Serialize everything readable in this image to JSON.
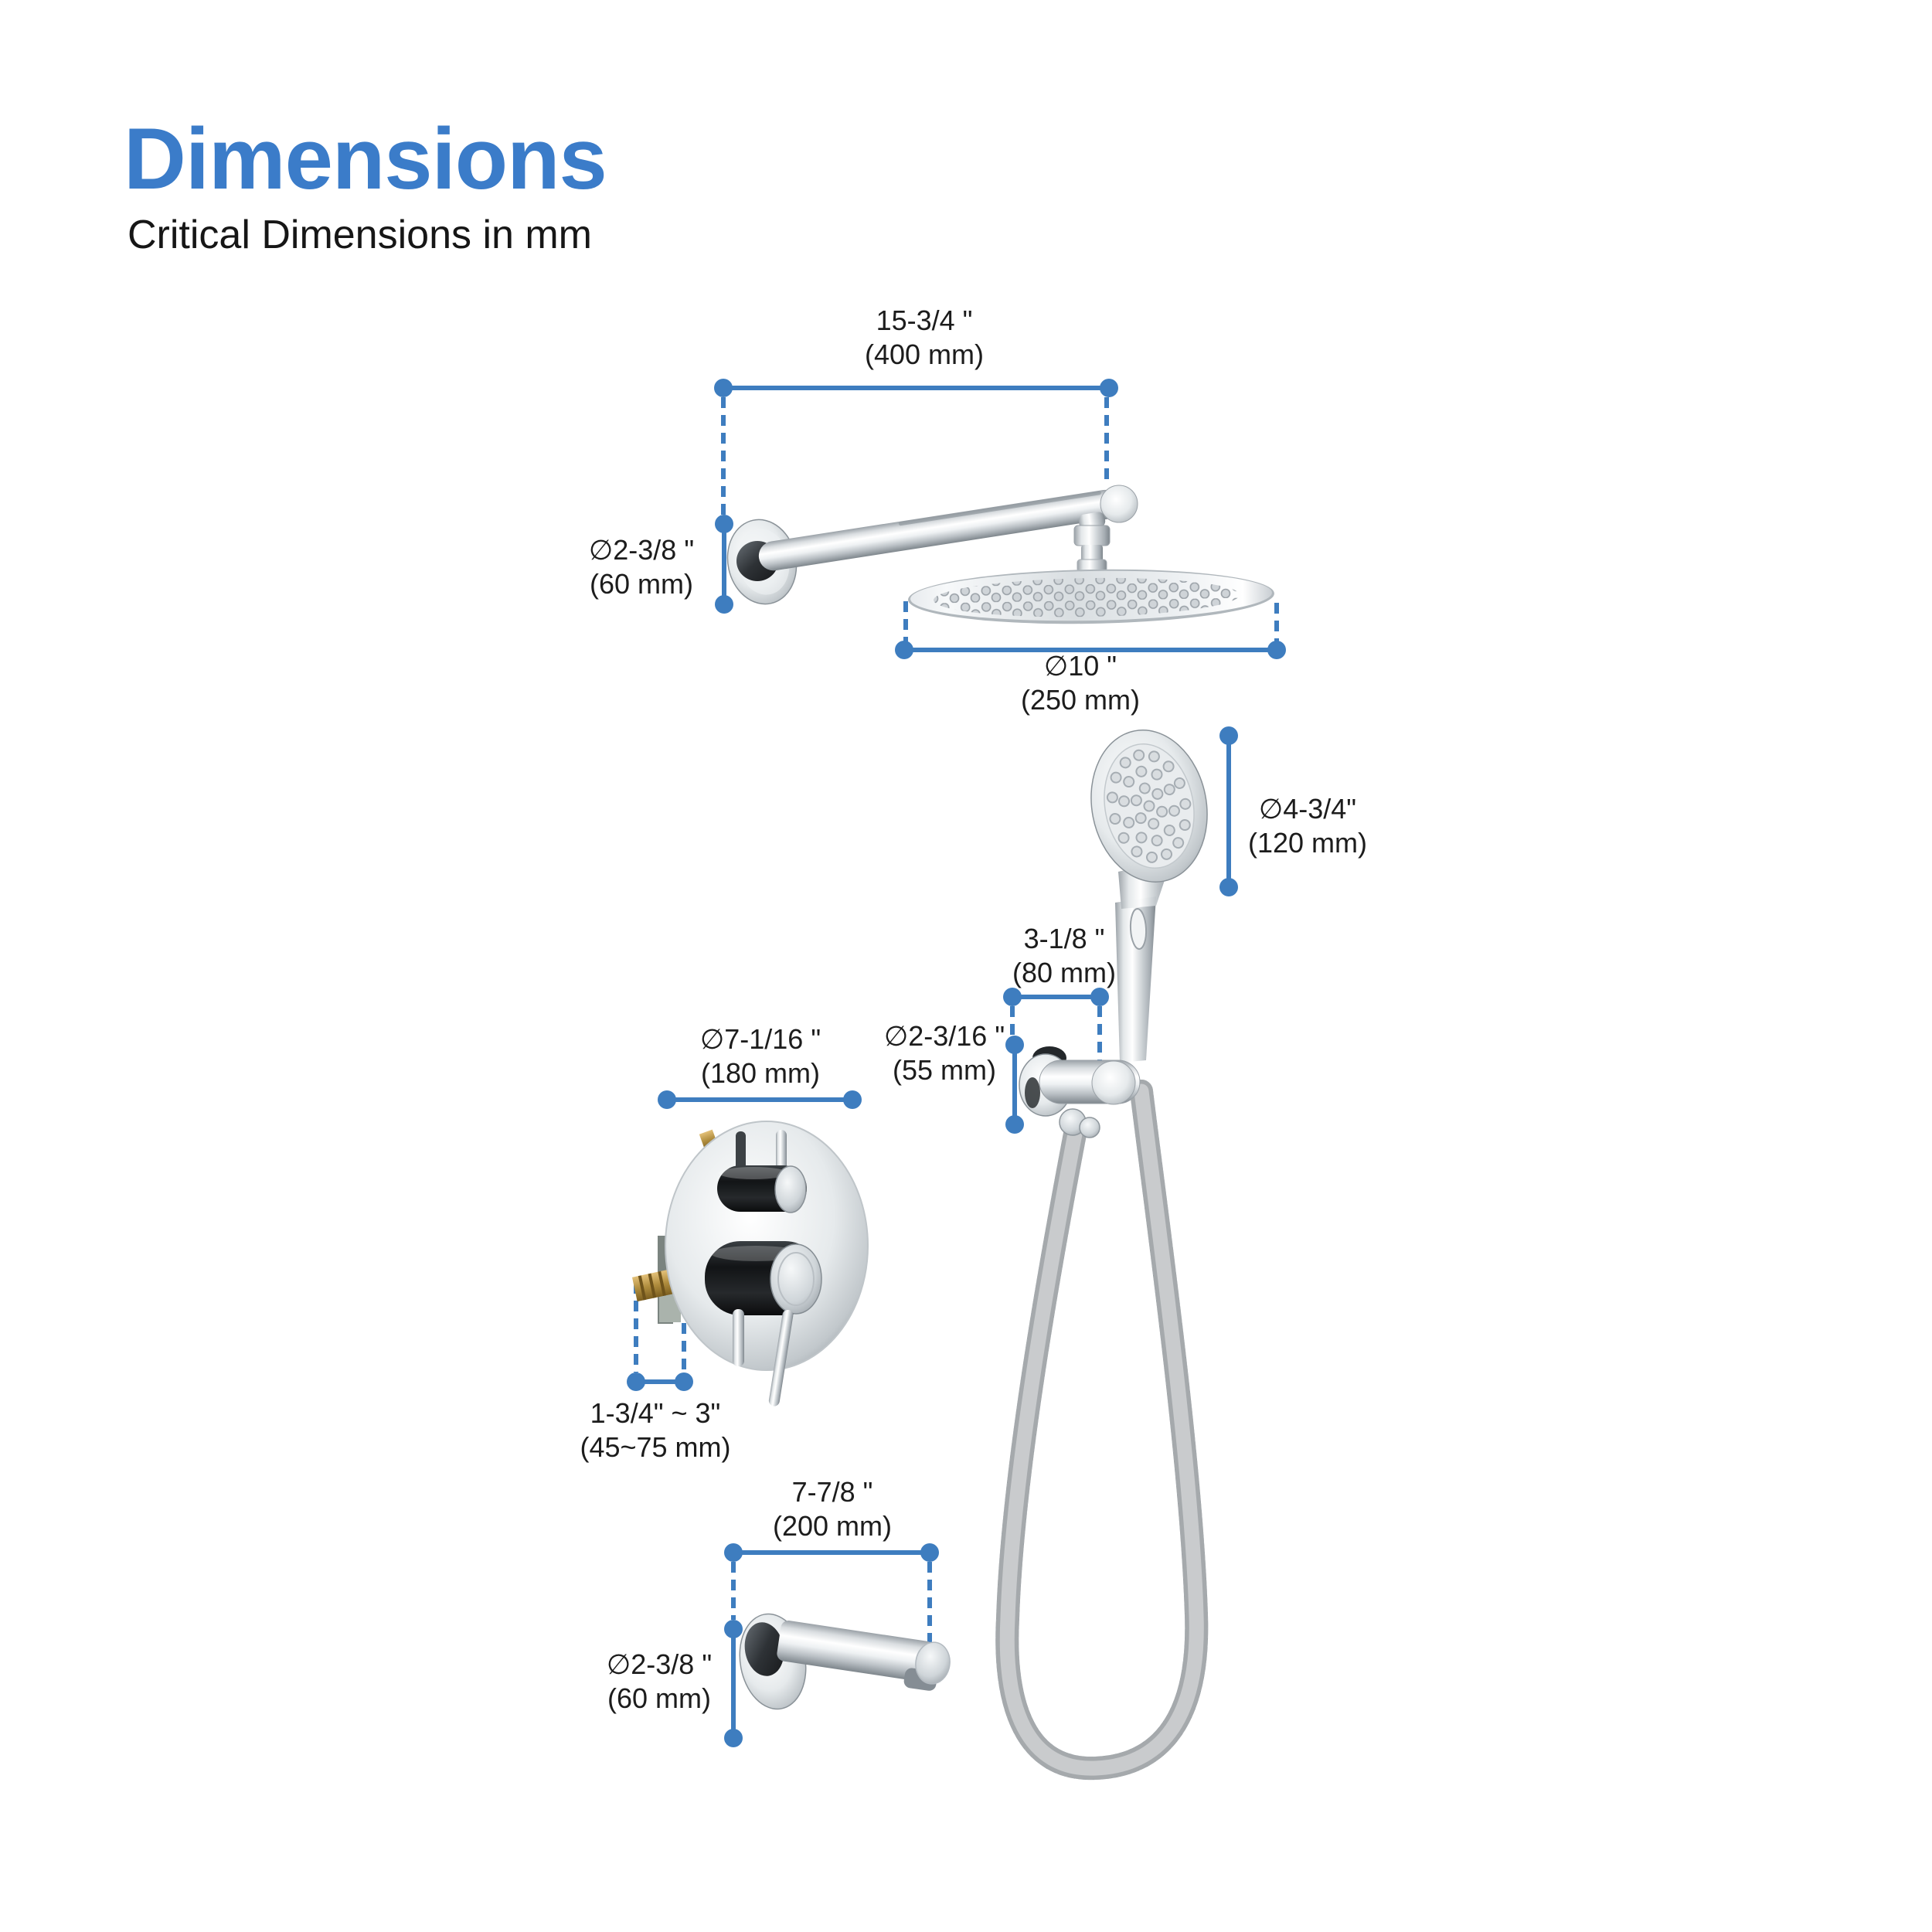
{
  "page": {
    "title": "Dimensions",
    "subtitle": "Critical Dimensions in mm"
  },
  "colors": {
    "accent": "#3E7DBF",
    "title": "#3B7CC9",
    "label_text": "#1C1C1C"
  },
  "dimensions": {
    "shower_arm_length": {
      "in": "15-3/4 \"",
      "mm": "(400 mm)"
    },
    "arm_flange_diameter": {
      "in": "∅2-3/8 \"",
      "mm": "(60 mm)"
    },
    "shower_head_diameter": {
      "in": "∅10 \"",
      "mm": "(250 mm)"
    },
    "hand_shower_diameter": {
      "in": "∅4-3/4\"",
      "mm": "(120 mm)"
    },
    "holder_width": {
      "in": "3-1/8 \"",
      "mm": "(80 mm)"
    },
    "outlet_flange_diameter": {
      "in": "∅2-3/16 \"",
      "mm": "(55 mm)"
    },
    "valve_trim_diameter": {
      "in": "∅7-1/16 \"",
      "mm": "(180 mm)"
    },
    "valve_rough_in_depth": {
      "in": "1-3/4\" ~ 3\"",
      "mm": "(45~75 mm)"
    },
    "tub_spout_length": {
      "in": "7-7/8 \"",
      "mm": "(200 mm)"
    },
    "spout_flange_diameter": {
      "in": "∅2-3/8 \"",
      "mm": "(60 mm)"
    }
  }
}
